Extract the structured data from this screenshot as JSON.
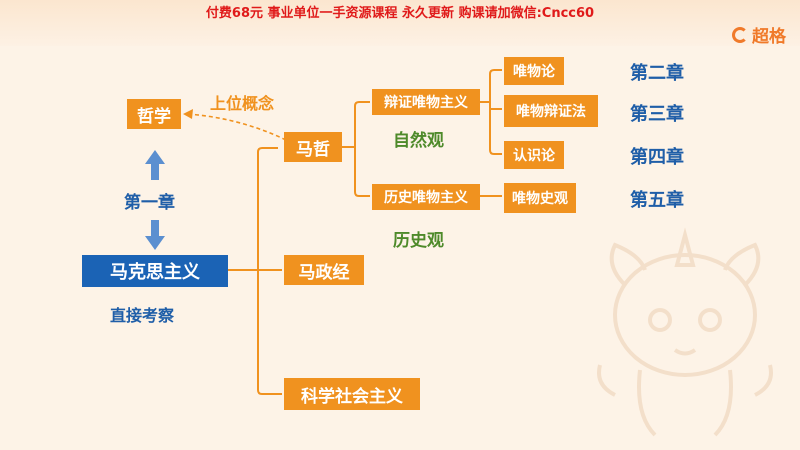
{
  "banner": "付费68元 事业单位一手资源课程 永久更新 购课请加微信:Cncc60",
  "logo": {
    "text": "超格"
  },
  "nodes": {
    "zhexue": "哲学",
    "shangwei": "上位概念",
    "diyizhang": "第一章",
    "makesi": "马克思主义",
    "zhijie": "直接考察",
    "mazhe": "马哲",
    "mazhengjing": "马政经",
    "kexue": "科学社会主义",
    "bianzheng": "辩证唯物主义",
    "lishi": "历史唯物主义",
    "ziranguan": "自然观",
    "lishiguan": "历史观",
    "weiwulun": "唯物论",
    "weiwubianzhengfa": "唯物辩证法",
    "renshilun": "认识论",
    "weiwushiguan": "唯物史观"
  },
  "chapters": [
    "第二章",
    "第三章",
    "第四章",
    "第五章"
  ]
}
